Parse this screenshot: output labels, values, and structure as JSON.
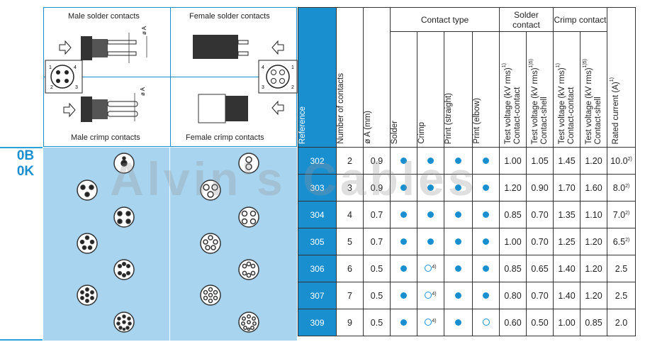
{
  "series": [
    "0B",
    "0K"
  ],
  "diagram": {
    "male_solder": "Male solder contacts",
    "female_solder": "Female solder contacts",
    "male_crimp": "Male crimp contacts",
    "female_crimp": "Female crimp contacts",
    "dim_a": "ø A",
    "pins_left": [
      "1",
      "4",
      "2",
      "3"
    ],
    "pins_right": [
      "4",
      "1",
      "3",
      "2"
    ]
  },
  "headers": {
    "reference": "Reference",
    "num_contacts": "Number of contacts",
    "dia_a": "ø A (mm)",
    "contact_type": "Contact type",
    "solder": "Solder",
    "crimp": "Crimp",
    "print_straight": "Print (straight)",
    "print_elbow": "Print (elbow)",
    "solder_contact": "Solder contact",
    "crimp_contact": "Crimp contact",
    "tv_cc_1": "Test voltage (kV rms)",
    "tv_cc_1_sup": "1)",
    "tv_cc_2": "Contact-contact",
    "tv_cs_1": "Test voltage (kV rms)",
    "tv_cs_1_sup": "1)5)",
    "tv_cs_2": "Contact-shell",
    "rated": "Rated current (A)",
    "rated_sup": "1)"
  },
  "rows": [
    {
      "ref": "302",
      "n": "2",
      "a": "0.9",
      "solder": "dot",
      "crimp": "dot",
      "ps": "dot",
      "pe": "dot",
      "s_cc": "1.00",
      "s_cs": "1.05",
      "c_cc": "1.45",
      "c_cs": "1.20",
      "rated": "10.0",
      "rated_sup": "2)",
      "crimp_sup": ""
    },
    {
      "ref": "303",
      "n": "3",
      "a": "0.9",
      "solder": "dot",
      "crimp": "dot",
      "ps": "dot",
      "pe": "dot",
      "s_cc": "1.20",
      "s_cs": "0.90",
      "c_cc": "1.70",
      "c_cs": "1.60",
      "rated": "8.0",
      "rated_sup": "2)",
      "crimp_sup": ""
    },
    {
      "ref": "304",
      "n": "4",
      "a": "0.7",
      "solder": "dot",
      "crimp": "dot",
      "ps": "dot",
      "pe": "dot",
      "s_cc": "0.85",
      "s_cs": "0.70",
      "c_cc": "1.35",
      "c_cs": "1.10",
      "rated": "7.0",
      "rated_sup": "2)",
      "crimp_sup": ""
    },
    {
      "ref": "305",
      "n": "5",
      "a": "0.7",
      "solder": "dot",
      "crimp": "dot",
      "ps": "dot",
      "pe": "dot",
      "s_cc": "1.00",
      "s_cs": "0.70",
      "c_cc": "1.25",
      "c_cs": "1.20",
      "rated": "6.5",
      "rated_sup": "2)",
      "crimp_sup": ""
    },
    {
      "ref": "306",
      "n": "6",
      "a": "0.5",
      "solder": "dot",
      "crimp": "ring",
      "ps": "dot",
      "pe": "dot",
      "s_cc": "0.85",
      "s_cs": "0.65",
      "c_cc": "1.40",
      "c_cs": "1.20",
      "rated": "2.5",
      "rated_sup": "",
      "crimp_sup": "4)"
    },
    {
      "ref": "307",
      "n": "7",
      "a": "0.5",
      "solder": "dot",
      "crimp": "ring",
      "ps": "dot",
      "pe": "dot",
      "s_cc": "0.80",
      "s_cs": "0.70",
      "c_cc": "1.40",
      "c_cs": "1.20",
      "rated": "2.5",
      "rated_sup": "",
      "crimp_sup": "4)"
    },
    {
      "ref": "309",
      "n": "9",
      "a": "0.5",
      "solder": "dot",
      "crimp": "ring",
      "ps": "dot",
      "pe": "ring",
      "s_cc": "0.60",
      "s_cs": "0.50",
      "c_cc": "1.00",
      "c_cs": "0.85",
      "rated": "2.0",
      "rated_sup": "",
      "crimp_sup": "4)"
    }
  ],
  "watermark": "Alvin's Cables",
  "colors": {
    "accent": "#1a8fd0",
    "panel": "#a8d4ef"
  }
}
